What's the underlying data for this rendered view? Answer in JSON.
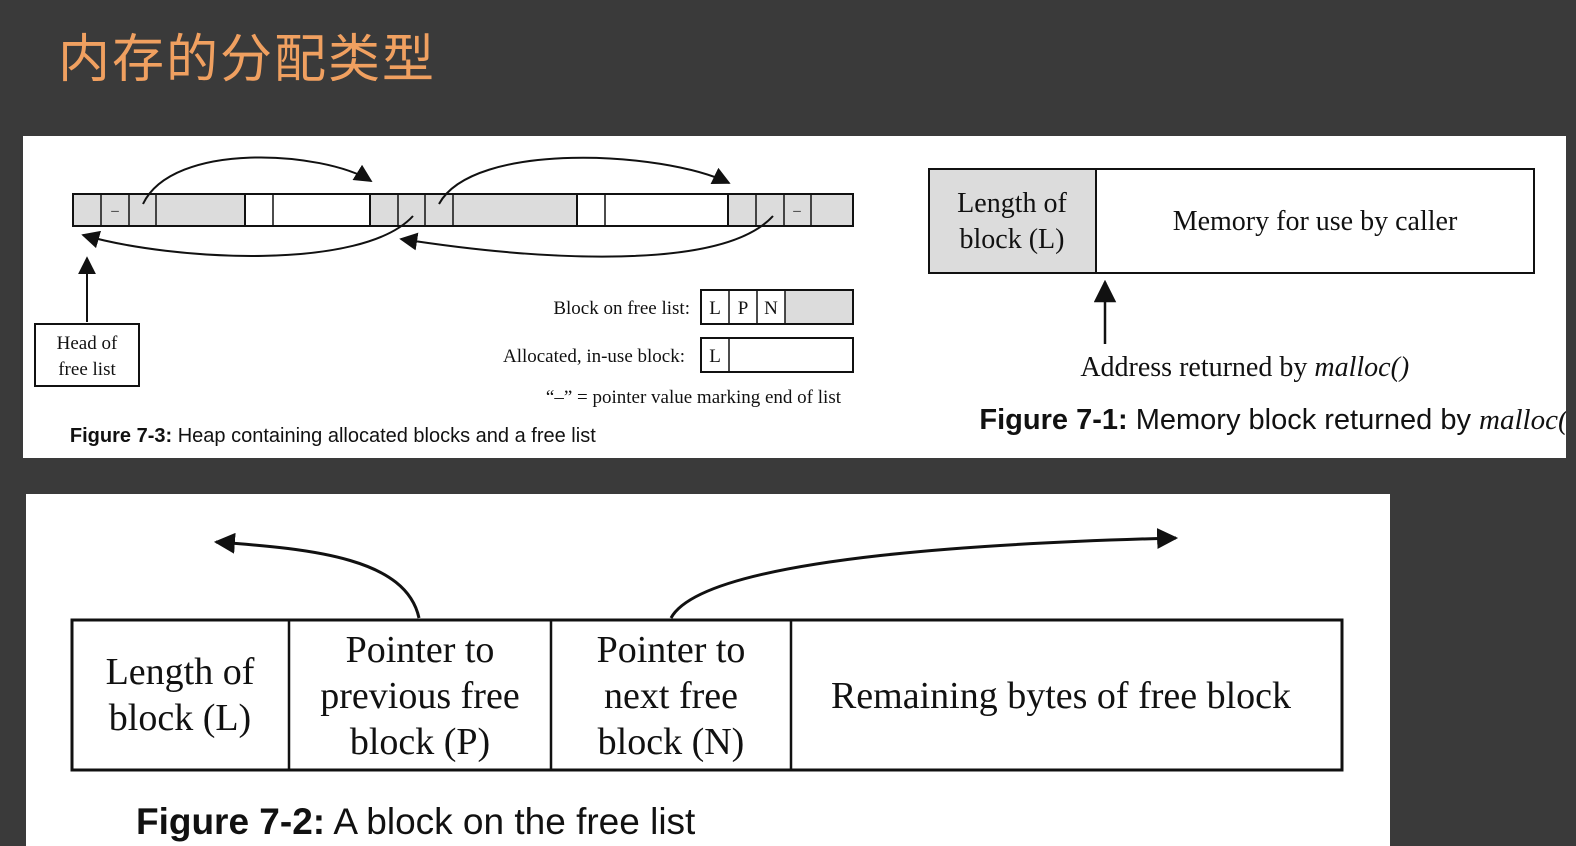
{
  "slide": {
    "title": "内存的分配类型"
  },
  "figure_7_3": {
    "caption_label": "Figure 7-3:",
    "caption_text": " Heap containing allocated blocks and a free list",
    "head_line1": "Head of",
    "head_line2": "free list",
    "end_marker": "–",
    "legend_free_label": "Block on free list:",
    "legend_free_cells": [
      "L",
      "P",
      "N"
    ],
    "legend_alloc_label": "Allocated, in-use block:",
    "legend_alloc_cell": "L",
    "legend_note": "“–” = pointer value marking end of list"
  },
  "figure_7_1": {
    "caption_label": "Figure 7-1:",
    "caption_text": " Memory block returned by ",
    "caption_fn": "malloc()",
    "length_line1": "Length of",
    "length_line2": "block (L)",
    "memory_label": "Memory for use by caller",
    "address_label": "Address returned by ",
    "address_fn": "malloc()"
  },
  "figure_7_2": {
    "caption_label": "Figure 7-2:",
    "caption_text": " A block on the free list",
    "cell1": [
      "Length of",
      "block (L)"
    ],
    "cell2": [
      "Pointer to",
      "previous free",
      "block (P)"
    ],
    "cell3": [
      "Pointer to",
      "next free",
      "block (N)"
    ],
    "cell4": "Remaining bytes of free block"
  }
}
